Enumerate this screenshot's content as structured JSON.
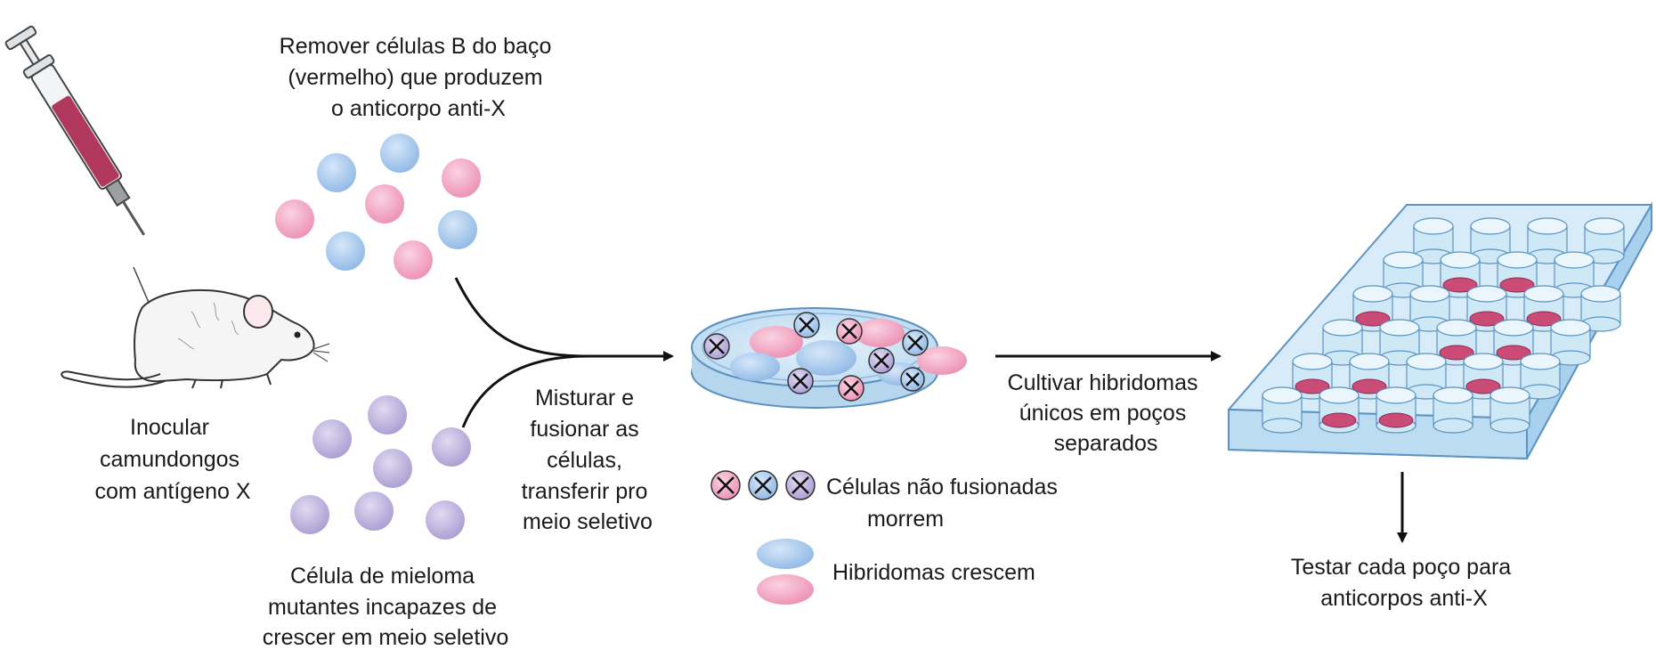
{
  "labels": {
    "remove_b_cells": [
      "Remover células B do baço",
      "(vermelho) que produzem",
      "o anticorpo anti-X"
    ],
    "inoculate": [
      "Inocular",
      "camundongos",
      "com antígeno X"
    ],
    "myeloma": [
      "Célula de mieloma",
      "mutantes incapazes de",
      "crescer em meio seletivo"
    ],
    "mix_fuse": [
      "Misturar e",
      "fusionar as",
      "células,",
      "transferir pro",
      "meio seletivo"
    ],
    "culture": [
      "Cultivar hibridomas",
      "únicos em poços",
      "separados"
    ],
    "test": [
      "Testar cada poço para",
      "anticorpos anti-X"
    ]
  },
  "legend": {
    "unfused": [
      "Células não fusionadas",
      "morrem"
    ],
    "hybridomas": "Hibridomas crescem"
  },
  "colors": {
    "b_cell_pink": "#f0a6c2",
    "b_cell_blue": "#a9c9ec",
    "myeloma_purple": "#bdb3dc",
    "antibody_red": "#c94b76",
    "syringe_fill": "#b0385f",
    "well_plate": "#cfe8f6",
    "arrow": "#111111"
  },
  "icons": [
    "syringe-icon",
    "mouse-icon",
    "petri-dish-icon",
    "well-plate-icon"
  ]
}
